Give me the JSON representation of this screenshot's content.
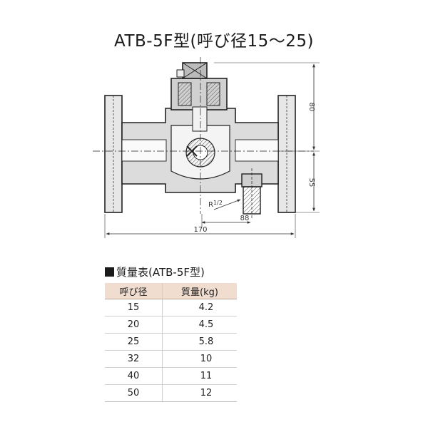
{
  "title": "ATB-5F型(呼び径15〜25)",
  "drawing": {
    "dim_height_upper": "80",
    "dim_height_lower": "55",
    "dim_length": "170",
    "dim_offset": "88",
    "thread_label_prefix": "R",
    "thread_label_fraction": "1/2"
  },
  "mass_table": {
    "heading": "質量表(ATB-5F型)",
    "columns": [
      "呼び径",
      "質量(kg)"
    ],
    "rows": [
      {
        "size": "15",
        "mass": "4.2"
      },
      {
        "size": "20",
        "mass": "4.5"
      },
      {
        "size": "25",
        "mass": "5.8"
      },
      {
        "size": "32",
        "mass": "10"
      },
      {
        "size": "40",
        "mass": "11"
      },
      {
        "size": "50",
        "mass": "12"
      }
    ]
  }
}
